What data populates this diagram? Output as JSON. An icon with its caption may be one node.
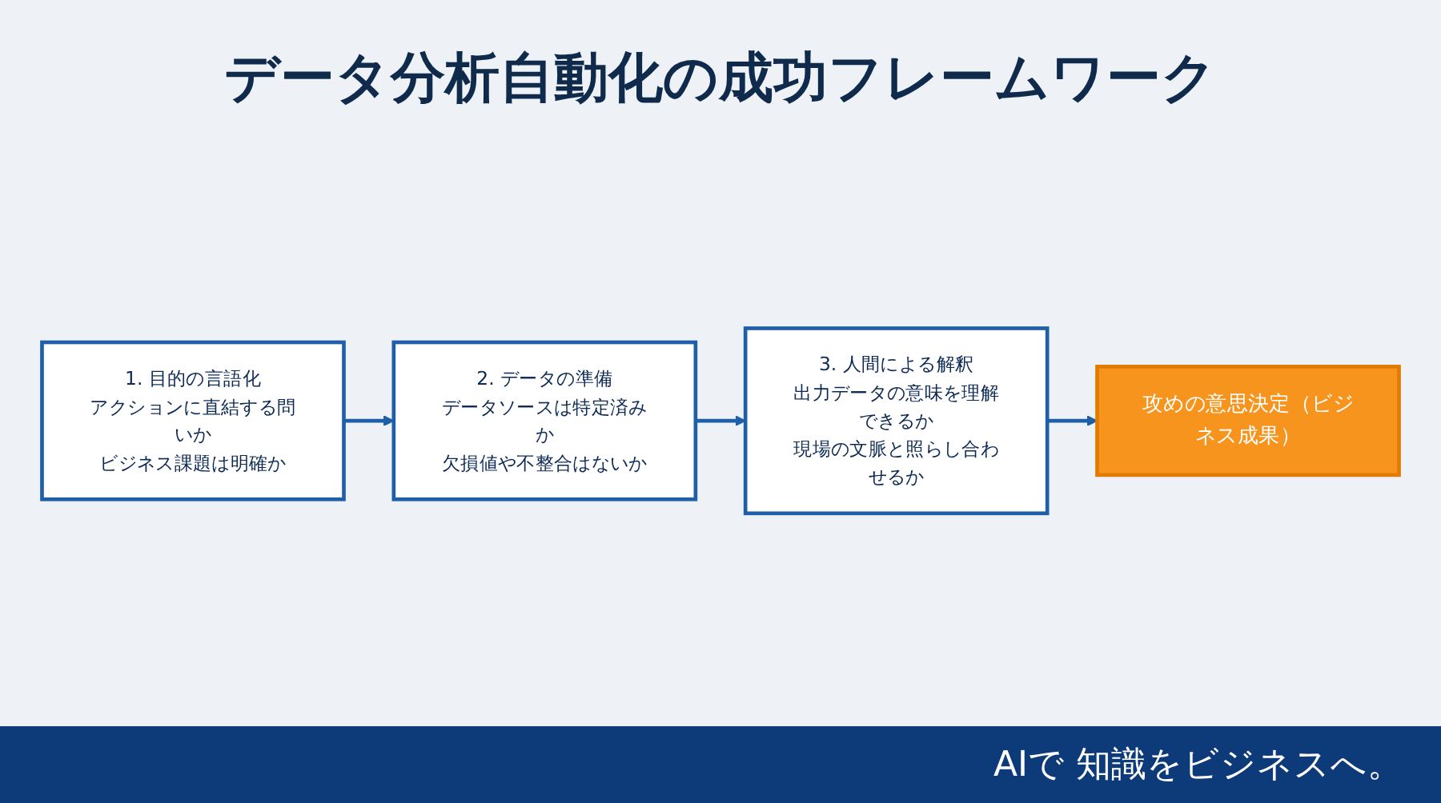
{
  "diagram": {
    "title": "データ分析自動化の成功フレームワーク",
    "nodes": [
      {
        "text": [
          "1. 目的の言語化",
          "アクションに直結する問いか",
          "ビジネス課題は明確か"
        ]
      },
      {
        "text": [
          "2. データの準備",
          "データソースは特定済みか",
          "欠損値や不整合はないか"
        ]
      },
      {
        "text": [
          "3. 人間による解釈",
          "出力データの意味を理解できるか",
          "現場の文脈と照らし合わせるか"
        ]
      },
      {
        "text": [
          "攻めの意思決定（ビジネス成果）"
        ]
      }
    ],
    "edges": [
      {
        "from": 0,
        "to": 1,
        "arrow": "to"
      },
      {
        "from": 1,
        "to": 2,
        "arrow": "to"
      },
      {
        "from": 2,
        "to": 3,
        "arrow": "to"
      }
    ],
    "labels": [
      "AIで 知識をビジネスへ。"
    ]
  }
}
